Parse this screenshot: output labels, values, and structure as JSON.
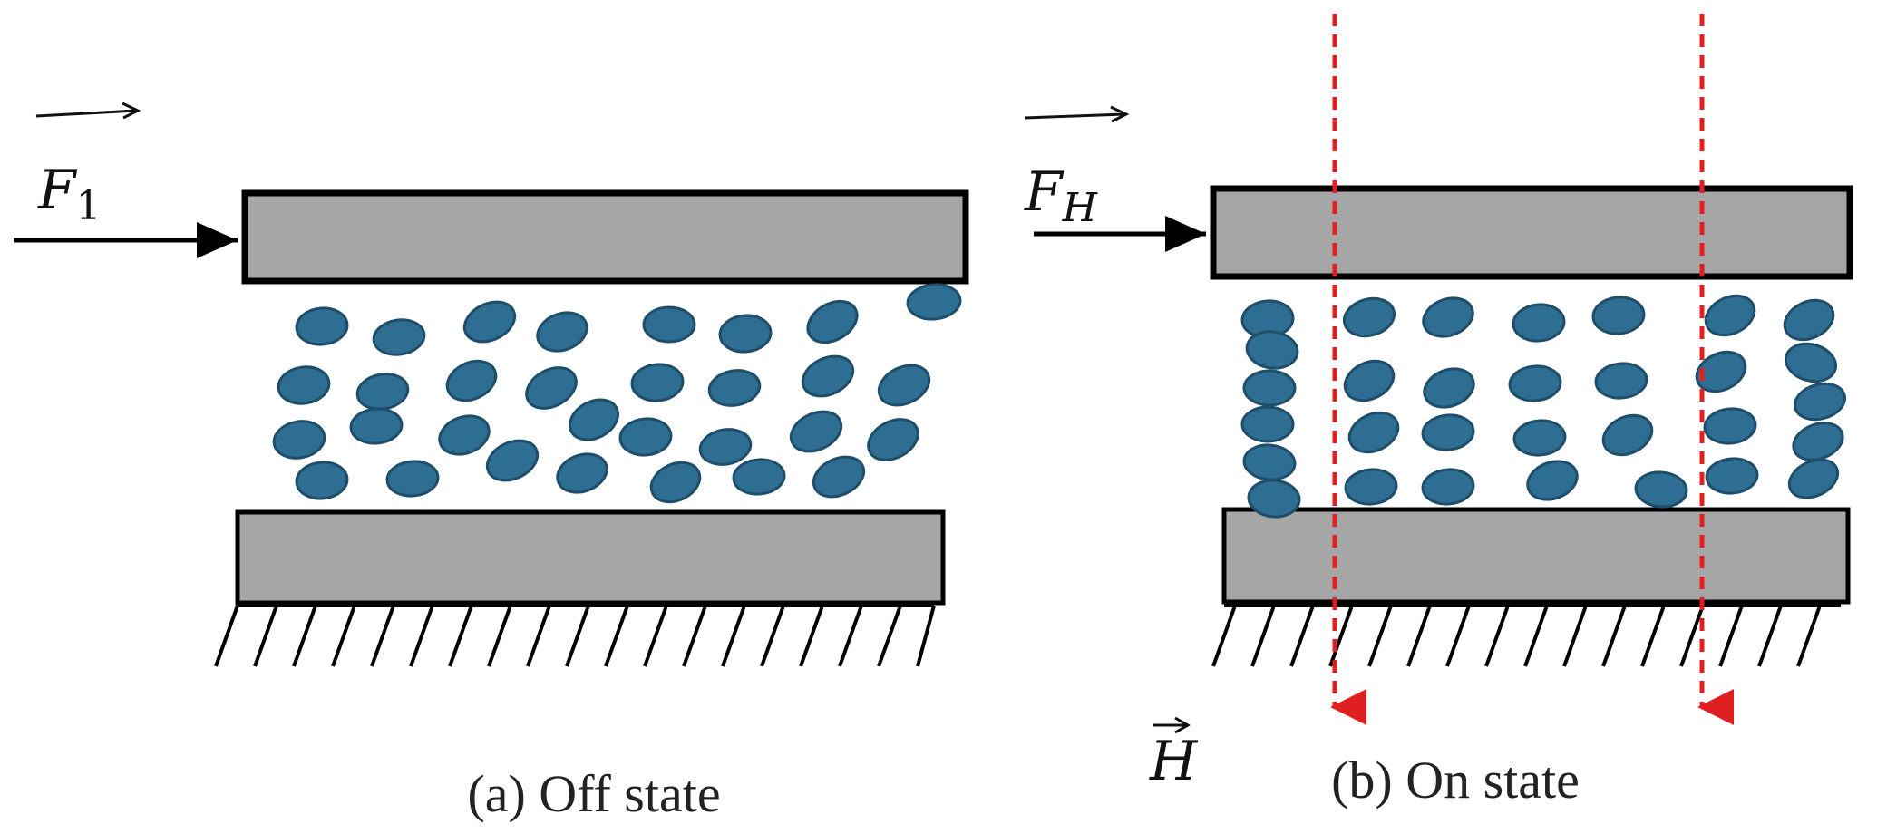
{
  "panels": {
    "off": {
      "caption": "(a) Off state",
      "force": {
        "symbol": "F",
        "subscript": "1"
      }
    },
    "on": {
      "caption": "(b) On state",
      "force": {
        "symbol": "F",
        "subscript": "H"
      },
      "field": {
        "symbol": "H"
      }
    }
  },
  "colors": {
    "plate_fill": "#a6a6a6",
    "plate_stroke": "#000000",
    "particle_fill": "#2e6e93",
    "particle_stroke": "#1f4e6b",
    "field_arrow": "#e02020",
    "text": "#222222"
  }
}
